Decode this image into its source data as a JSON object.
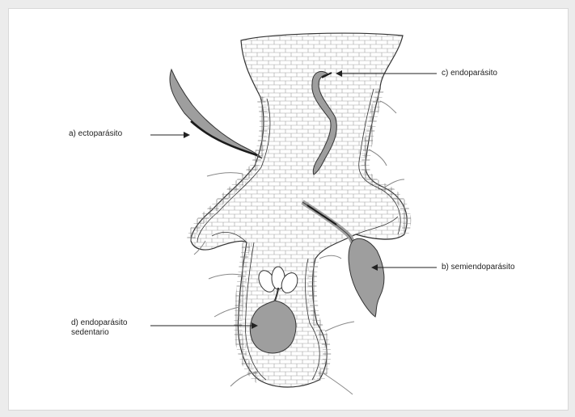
{
  "figure": {
    "labels": {
      "ecto": "a) ectoparásito",
      "endo": "c) endoparásito",
      "semi": "b) semiendoparásito",
      "sedentary_line1": "d) endoparásito",
      "sedentary_line2": "sedentario"
    }
  },
  "colors": {
    "background": "#ffffff",
    "root_outline": "#333333",
    "cell_line": "#9a9a9a",
    "nematode_fill": "#9e9e9e",
    "nematode_dark": "#1a1a1a"
  },
  "icons": {
    "arrow": "arrow-left-icon"
  }
}
